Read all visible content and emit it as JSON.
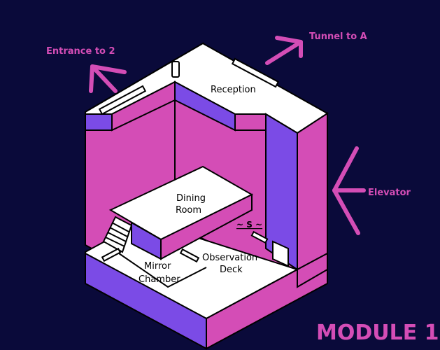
{
  "labels": {
    "entrance": "Entrance to 2",
    "tunnel": "Tunnel to A",
    "elevator": "Elevator",
    "reception": "Reception",
    "dining_line1": "Dining",
    "dining_line2": "Room",
    "stairs_marker": "~ S ~",
    "observation_line1": "Observation",
    "observation_line2": "Deck",
    "mirror_line1": "Mirror",
    "mirror_line2": "Chamber",
    "module": "MODULE 1"
  },
  "colors": {
    "background": "#0a0a3a",
    "pink": "#d44db6",
    "purple": "#7b4be6",
    "floor": "#ffffff",
    "arrow": "#d44db6",
    "label": "#d44db6"
  }
}
